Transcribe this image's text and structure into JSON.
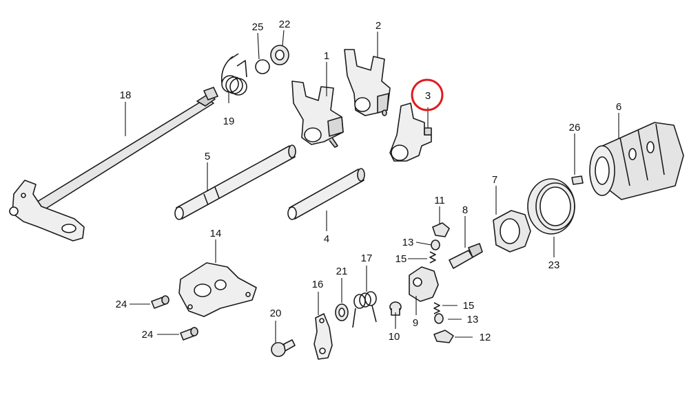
{
  "diagram": {
    "highlight_color": "#e01b1b",
    "part_fill": "#f2f2f2",
    "shade_fill": "#c8c8c8",
    "highlighted_callout": "3",
    "callouts": [
      "1",
      "2",
      "3",
      "4",
      "5",
      "6",
      "7",
      "8",
      "9",
      "10",
      "11",
      "12",
      "13",
      "13",
      "14",
      "15",
      "15",
      "16",
      "17",
      "18",
      "19",
      "20",
      "21",
      "22",
      "23",
      "24",
      "24",
      "25",
      "26"
    ]
  }
}
